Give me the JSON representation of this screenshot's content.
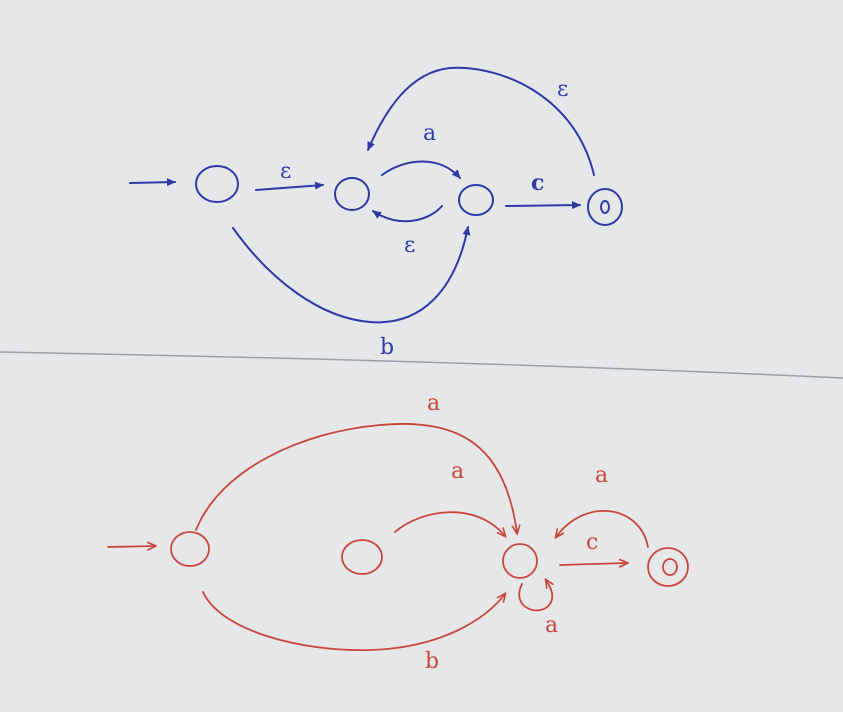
{
  "colors": {
    "top_ink": "#2f3aa8",
    "bottom_ink": "#c9463c",
    "paper": "#e6e7e9",
    "divider": "#9aa0aa"
  },
  "top_diagram": {
    "edges": [
      {
        "id": "start-to-s1",
        "label": "ε"
      },
      {
        "id": "s1-to-s2",
        "label": "a"
      },
      {
        "id": "s2-to-s1",
        "label": "ε"
      },
      {
        "id": "s2-to-final",
        "label": "c"
      },
      {
        "id": "final-to-s1",
        "label": "ε"
      },
      {
        "id": "start-to-s2",
        "label": "b"
      }
    ],
    "final_state_label": "0"
  },
  "bottom_diagram": {
    "edges": [
      {
        "id": "start-to-hub-top",
        "label": "a"
      },
      {
        "id": "isolated-to-hub",
        "label": "a"
      },
      {
        "id": "final-to-hub",
        "label": "a"
      },
      {
        "id": "hub-to-final",
        "label": "c"
      },
      {
        "id": "hub-self-loop",
        "label": "a"
      },
      {
        "id": "start-to-hub-bottom",
        "label": "b"
      }
    ],
    "final_state_label": "0"
  }
}
